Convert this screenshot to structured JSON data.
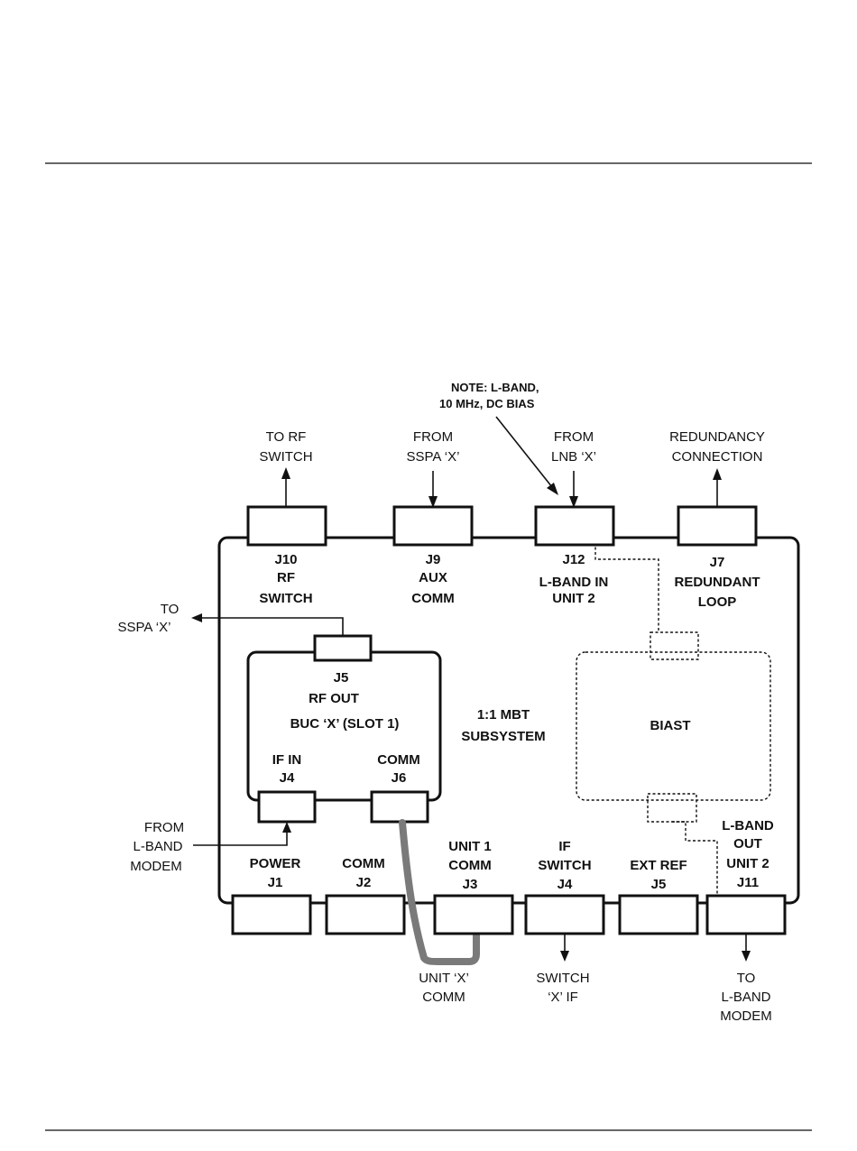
{
  "note": [
    "NOTE: L-BAND,",
    "10 MHz, DC BIAS"
  ],
  "top_labels": {
    "to_rf_switch": [
      "TO RF",
      "SWITCH"
    ],
    "from_sspa": [
      "FROM",
      "SSPA ‘X’"
    ],
    "from_lnb": [
      "FROM",
      "LNB ‘X’"
    ],
    "redundancy": [
      "REDUNDANCY",
      "CONNECTION"
    ]
  },
  "top_connectors": {
    "j10": [
      "J10",
      "RF",
      "SWITCH"
    ],
    "j9": [
      "J9",
      "AUX",
      "COMM"
    ],
    "j12": [
      "J12",
      "L-BAND IN",
      "UNIT 2"
    ],
    "j7": [
      "J7",
      "REDUNDANT",
      "LOOP"
    ]
  },
  "to_sspa": [
    "TO",
    "SSPA ‘X’"
  ],
  "buc": {
    "j5": [
      "J5",
      "RF OUT"
    ],
    "title": "BUC ‘X’ (SLOT 1)",
    "if_in": [
      "IF IN",
      "J4"
    ],
    "comm": [
      "COMM",
      "J6"
    ]
  },
  "subsystem": [
    "1:1 MBT",
    "SUBSYSTEM"
  ],
  "biast": "BIAST",
  "from_modem": [
    "FROM",
    "L-BAND",
    "MODEM"
  ],
  "bottom_connectors": {
    "j1": [
      "POWER",
      "J1"
    ],
    "j2": [
      "COMM",
      "J2"
    ],
    "j3": [
      "UNIT 1",
      "COMM",
      "J3"
    ],
    "j4": [
      "IF",
      "SWITCH",
      "J4"
    ],
    "j5": [
      "EXT REF",
      "J5"
    ],
    "j11": [
      "L-BAND",
      "OUT",
      "UNIT 2",
      "J11"
    ]
  },
  "bottom_labels": {
    "unit_comm": [
      "UNIT ‘X’",
      "COMM"
    ],
    "switch_if": [
      "SWITCH",
      "‘X’ IF"
    ],
    "to_modem": [
      "TO",
      "L-BAND",
      "MODEM"
    ]
  }
}
